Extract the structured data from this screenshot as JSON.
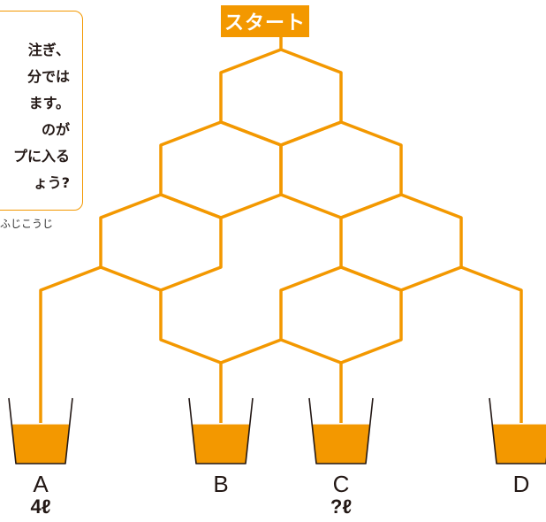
{
  "start_label": "スタート",
  "card": {
    "lines": [
      "注ぎ、",
      "分では",
      "ます。",
      "のが",
      "プに入る",
      "ょう?"
    ]
  },
  "author": "ふじこうじ",
  "cups": [
    {
      "label": "A",
      "amount": "4ℓ",
      "fill": 0.6
    },
    {
      "label": "B",
      "amount": "",
      "fill": 0.6
    },
    {
      "label": "C",
      "amount": "?ℓ",
      "fill": 0.6
    },
    {
      "label": "D",
      "amount": "",
      "fill": 0.6
    }
  ],
  "colors": {
    "accent": "#f39800",
    "text": "#231815"
  }
}
